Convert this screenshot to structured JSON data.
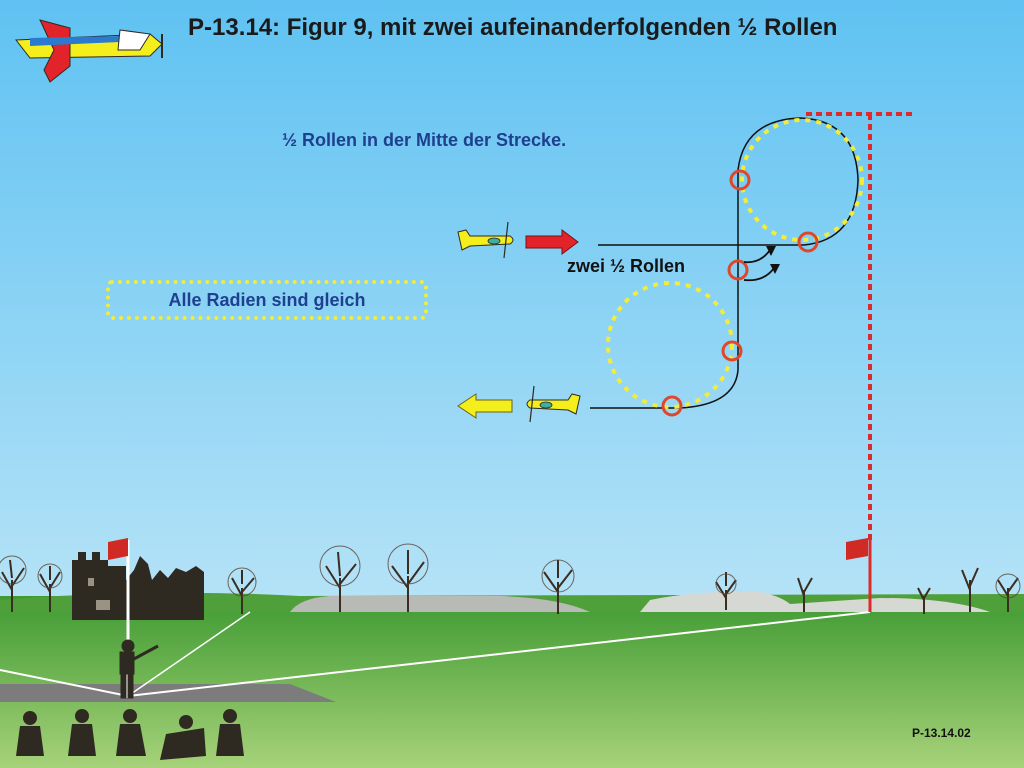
{
  "title": "P-13.14: Figur 9, mit zwei aufeinanderfolgenden ½ Rollen",
  "subtitle": "½ Rollen in der Mitte der Strecke.",
  "radii_note": "Alle Radien sind gleich",
  "rolls_label": "zwei ½ Rollen",
  "figure_code": "P-13.14.02",
  "colors": {
    "sky_top": "#5fc2f2",
    "sky_bottom": "#b6e3f7",
    "grass": "#5aa93a",
    "entry_arrow": "#e3232a",
    "exit_arrow": "#f4ee1c",
    "roll_marker": "#e0462a",
    "loop_dots": "#f2ec3a",
    "center_line": "#dd2a2a"
  }
}
